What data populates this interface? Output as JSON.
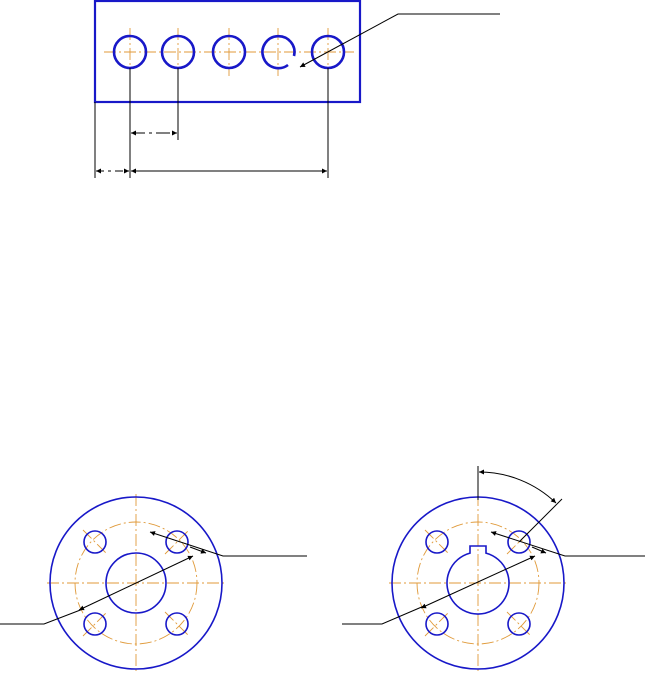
{
  "drawing": {
    "colors": {
      "outline": "#1818c8",
      "centerline": "#e09a3a",
      "dimension": "#000000",
      "background": "#ffffff"
    },
    "views": [
      "plate-with-five-holes",
      "flange-with-four-holes",
      "flange-with-keyway-and-four-holes"
    ]
  }
}
